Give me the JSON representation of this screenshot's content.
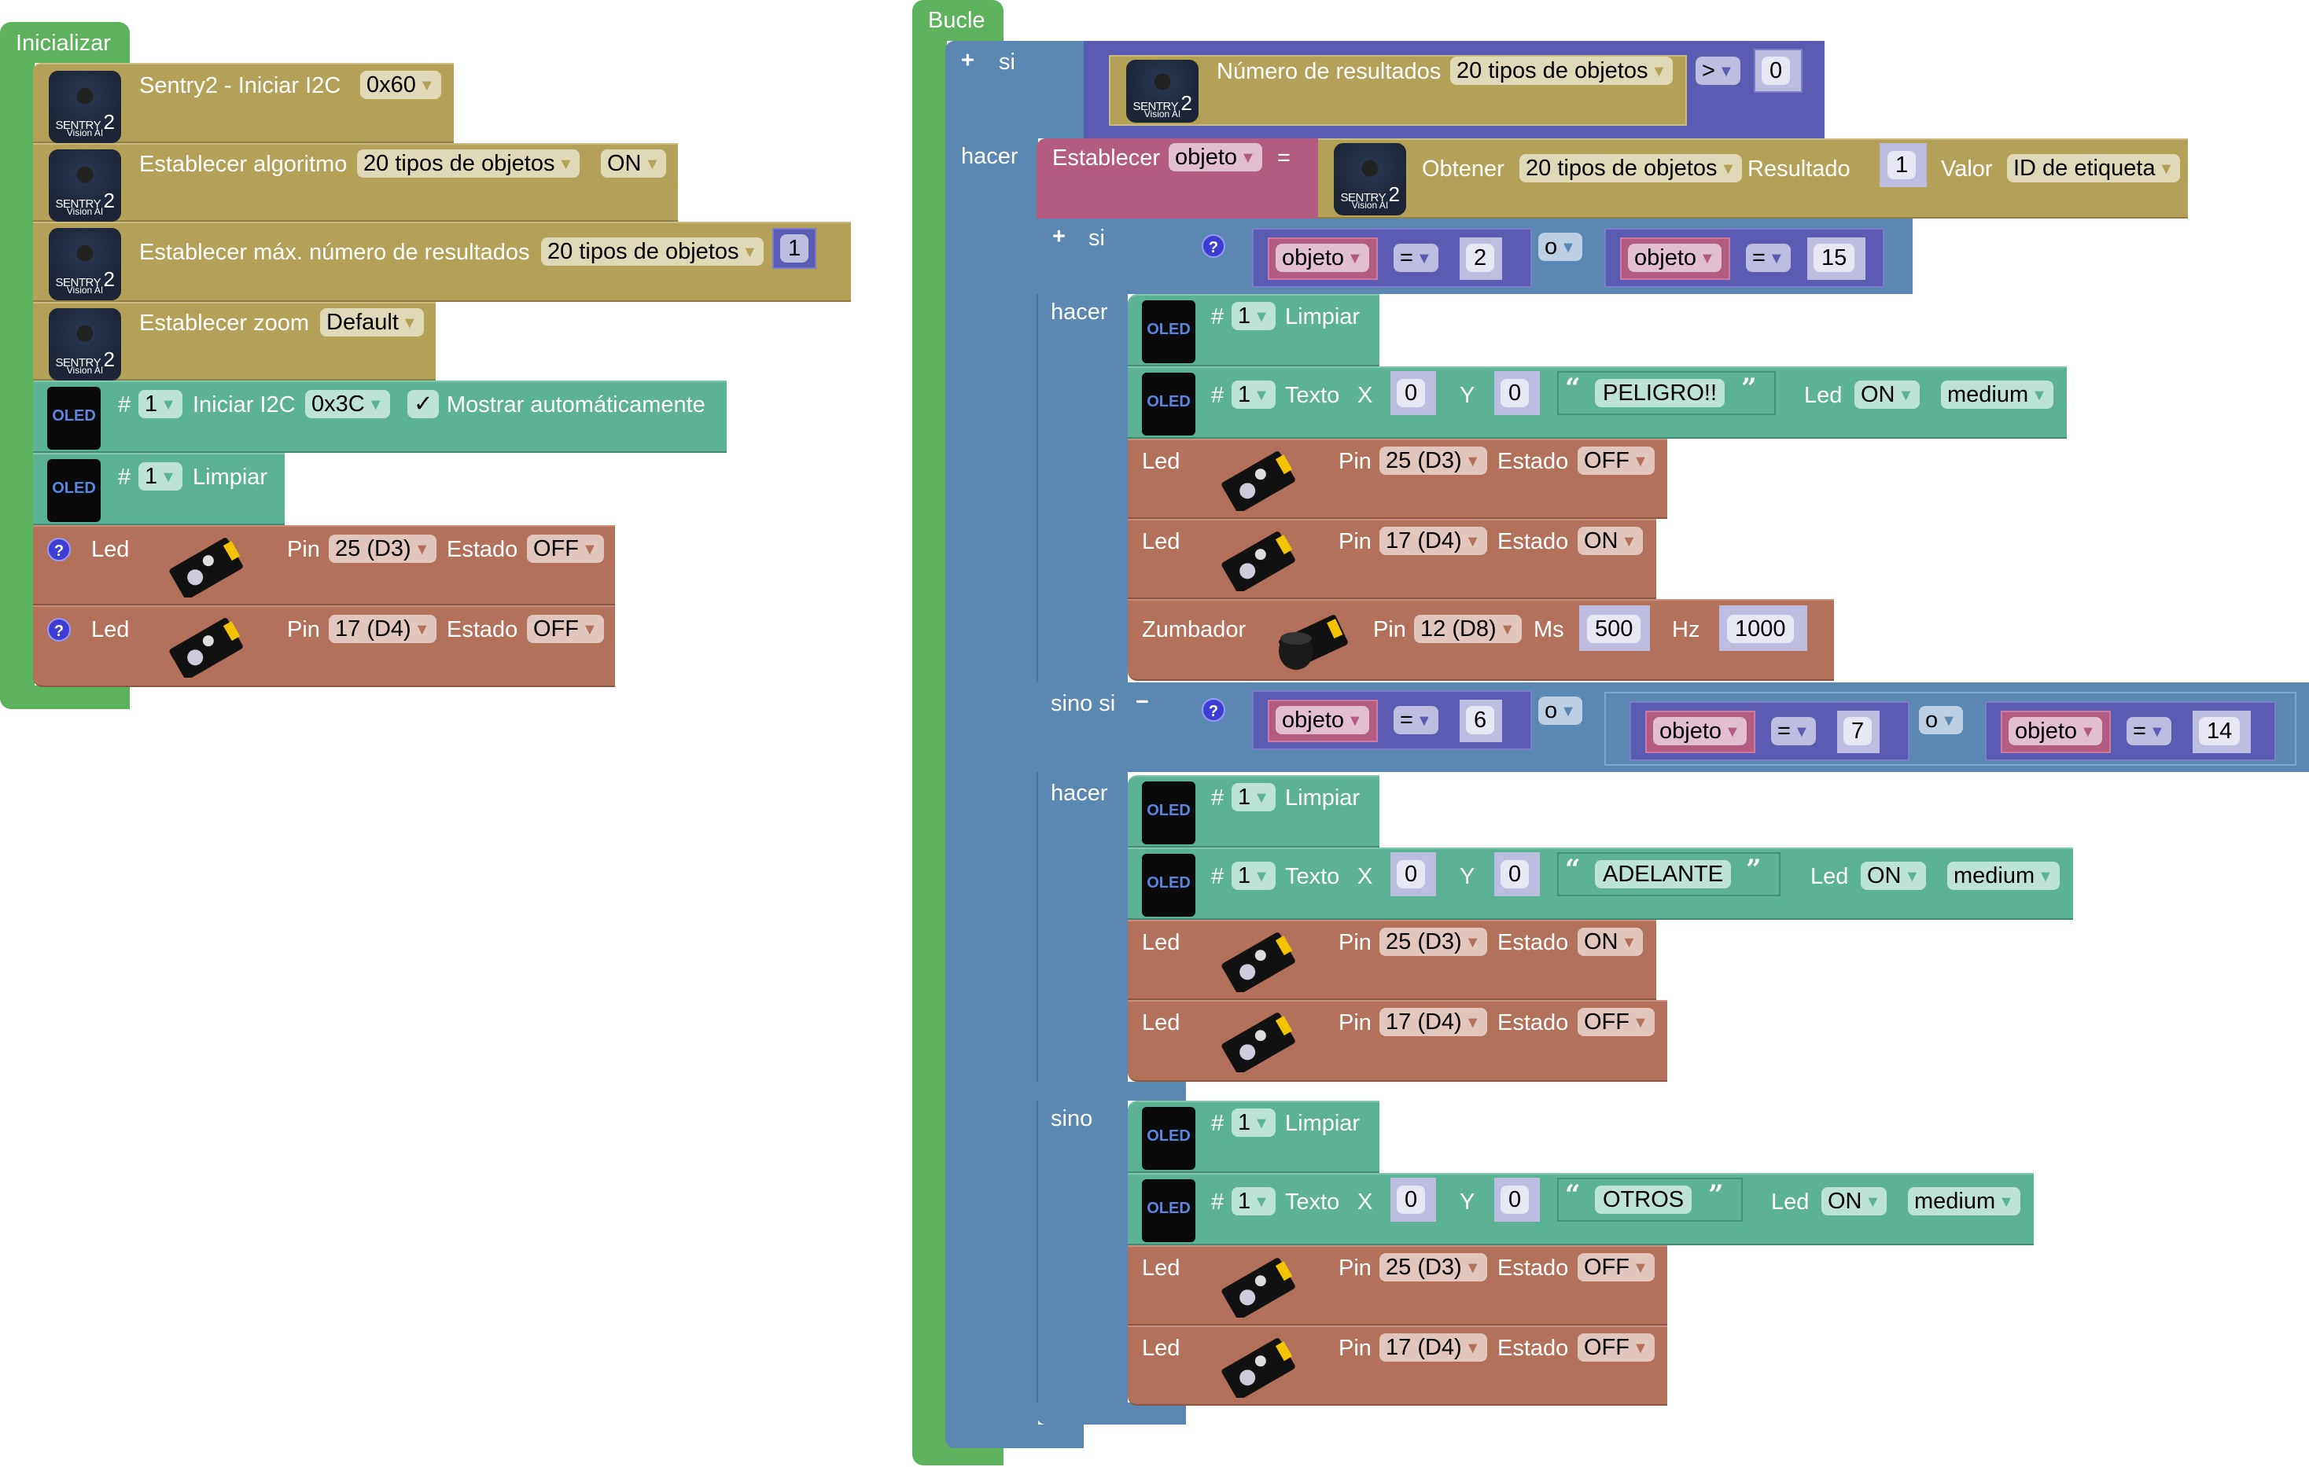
{
  "colors": {
    "events": "#5cb35c",
    "sentry": "#b3a158",
    "oled": "#5bb295",
    "led": "#b3705a",
    "control": "#5b87b3",
    "logic": "#5b5bb3",
    "variable": "#b35b80",
    "math": "#bdbde0"
  },
  "setup": {
    "label": "Inicializar",
    "sentry_init": {
      "text": "Sentry2 - Iniciar  I2C",
      "addr": "0x60"
    },
    "set_algo": {
      "text": "Establecer algoritmo",
      "algo": "20 tipos de objetos",
      "state": "ON"
    },
    "set_max": {
      "text": "Establecer máx. número de resultados",
      "algo": "20 tipos de objetos",
      "value": "1"
    },
    "set_zoom": {
      "text": "Establecer zoom",
      "zoom": "Default"
    },
    "oled_init": {
      "hash": "#",
      "id": "1",
      "text": "Iniciar I2C",
      "addr": "0x3C",
      "check": "✓",
      "auto": "Mostrar automáticamente"
    },
    "oled_clear": {
      "hash": "#",
      "id": "1",
      "text": "Limpiar"
    },
    "led1": {
      "label": "Led",
      "pin_label": "Pin",
      "pin": "25 (D3)",
      "state_label": "Estado",
      "state": "OFF"
    },
    "led2": {
      "label": "Led",
      "pin_label": "Pin",
      "pin": "17 (D4)",
      "state_label": "Estado",
      "state": "OFF"
    }
  },
  "loop": {
    "label": "Bucle",
    "if1": {
      "si": "si",
      "hacer": "hacer",
      "cond": {
        "text": "Número de resultados",
        "algo": "20 tipos de objetos",
        "op": ">",
        "value": "0"
      },
      "set": {
        "text": "Establecer",
        "var": "objeto",
        "eq": "=",
        "get": "Obtener",
        "algo": "20 tipos de objetos",
        "result_label": "Resultado",
        "result": "1",
        "value_label": "Valor",
        "value": "ID de etiqueta"
      }
    },
    "if2": {
      "si": "si",
      "hacer": "hacer",
      "sinosi": "sino si",
      "sino": "sino",
      "minus": "−",
      "plus": "+",
      "cond1": {
        "var": "objeto",
        "op": "=",
        "a": "2",
        "or": "o",
        "var2": "objeto",
        "op2": "=",
        "b": "15"
      },
      "cond2": {
        "var": "objeto",
        "op": "=",
        "a": "6",
        "or": "o",
        "var2": "objeto",
        "op2": "=",
        "b": "7",
        "or2": "o",
        "var3": "objeto",
        "op3": "=",
        "c": "14"
      },
      "branch1": {
        "clear": {
          "hash": "#",
          "id": "1",
          "text": "Limpiar"
        },
        "text": {
          "hash": "#",
          "id": "1",
          "label": "Texto",
          "x_label": "X",
          "x": "0",
          "y_label": "Y",
          "y": "0",
          "open_q": "“",
          "value": "PELIGRO!!",
          "close_q": "”",
          "led_label": "Led",
          "led": "ON",
          "size": "medium"
        },
        "led1": {
          "label": "Led",
          "pin_label": "Pin",
          "pin": "25 (D3)",
          "state_label": "Estado",
          "state": "OFF"
        },
        "led2": {
          "label": "Led",
          "pin_label": "Pin",
          "pin": "17 (D4)",
          "state_label": "Estado",
          "state": "ON"
        },
        "buzzer": {
          "label": "Zumbador",
          "pin_label": "Pin",
          "pin": "12 (D8)",
          "ms_label": "Ms",
          "ms": "500",
          "hz_label": "Hz",
          "hz": "1000"
        }
      },
      "branch2": {
        "clear": {
          "hash": "#",
          "id": "1",
          "text": "Limpiar"
        },
        "text": {
          "hash": "#",
          "id": "1",
          "label": "Texto",
          "x_label": "X",
          "x": "0",
          "y_label": "Y",
          "y": "0",
          "open_q": "“",
          "value": "ADELANTE",
          "close_q": "”",
          "led_label": "Led",
          "led": "ON",
          "size": "medium"
        },
        "led1": {
          "label": "Led",
          "pin_label": "Pin",
          "pin": "25 (D3)",
          "state_label": "Estado",
          "state": "ON"
        },
        "led2": {
          "label": "Led",
          "pin_label": "Pin",
          "pin": "17 (D4)",
          "state_label": "Estado",
          "state": "OFF"
        }
      },
      "branch3": {
        "clear": {
          "hash": "#",
          "id": "1",
          "text": "Limpiar"
        },
        "text": {
          "hash": "#",
          "id": "1",
          "label": "Texto",
          "x_label": "X",
          "x": "0",
          "y_label": "Y",
          "y": "0",
          "open_q": "“",
          "value": "OTROS",
          "close_q": "”",
          "led_label": "Led",
          "led": "ON",
          "size": "medium"
        },
        "led1": {
          "label": "Led",
          "pin_label": "Pin",
          "pin": "25 (D3)",
          "state_label": "Estado",
          "state": "OFF"
        },
        "led2": {
          "label": "Led",
          "pin_label": "Pin",
          "pin": "17 (D4)",
          "state_label": "Estado",
          "state": "OFF"
        }
      }
    }
  },
  "icons": {
    "sentry_t1": "SENTRY",
    "sentry_t1b": "2",
    "sentry_t2": "Vision AI",
    "oled": "OLED",
    "help": "?",
    "dropdown": "▼"
  }
}
